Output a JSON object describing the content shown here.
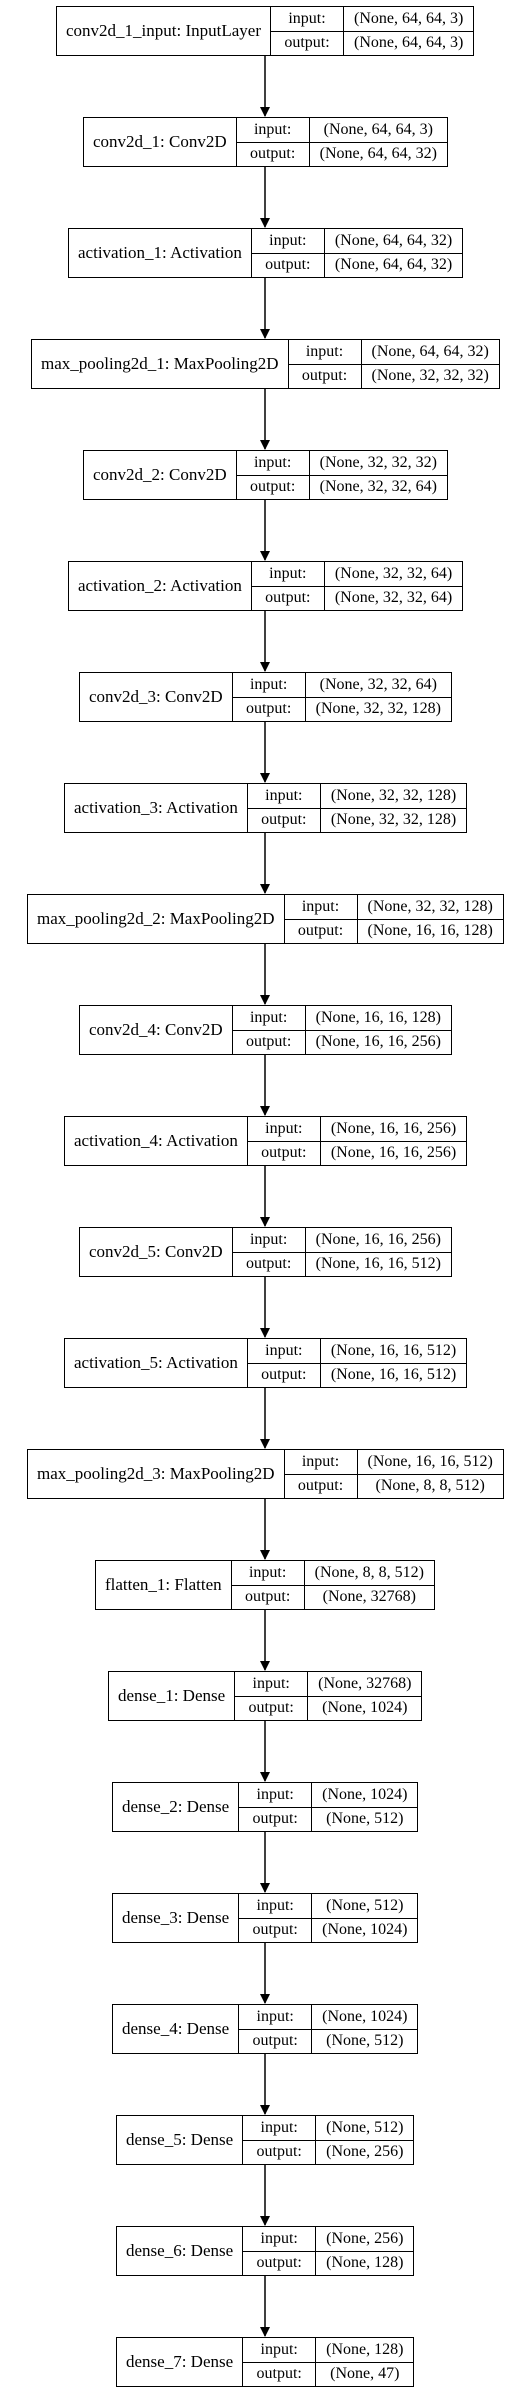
{
  "io_labels": {
    "input": "input:",
    "output": "output:"
  },
  "layers": [
    {
      "name": "conv2d_1_input: InputLayer",
      "input": "(None, 64, 64, 3)",
      "output": "(None, 64, 64, 3)"
    },
    {
      "name": "conv2d_1: Conv2D",
      "input": "(None, 64, 64, 3)",
      "output": "(None, 64, 64, 32)"
    },
    {
      "name": "activation_1: Activation",
      "input": "(None, 64, 64, 32)",
      "output": "(None, 64, 64, 32)"
    },
    {
      "name": "max_pooling2d_1: MaxPooling2D",
      "input": "(None, 64, 64, 32)",
      "output": "(None, 32, 32, 32)"
    },
    {
      "name": "conv2d_2: Conv2D",
      "input": "(None, 32, 32, 32)",
      "output": "(None, 32, 32, 64)"
    },
    {
      "name": "activation_2: Activation",
      "input": "(None, 32, 32, 64)",
      "output": "(None, 32, 32, 64)"
    },
    {
      "name": "conv2d_3: Conv2D",
      "input": "(None, 32, 32, 64)",
      "output": "(None, 32, 32, 128)"
    },
    {
      "name": "activation_3: Activation",
      "input": "(None, 32, 32, 128)",
      "output": "(None, 32, 32, 128)"
    },
    {
      "name": "max_pooling2d_2: MaxPooling2D",
      "input": "(None, 32, 32, 128)",
      "output": "(None, 16, 16, 128)"
    },
    {
      "name": "conv2d_4: Conv2D",
      "input": "(None, 16, 16, 128)",
      "output": "(None, 16, 16, 256)"
    },
    {
      "name": "activation_4: Activation",
      "input": "(None, 16, 16, 256)",
      "output": "(None, 16, 16, 256)"
    },
    {
      "name": "conv2d_5: Conv2D",
      "input": "(None, 16, 16, 256)",
      "output": "(None, 16, 16, 512)"
    },
    {
      "name": "activation_5: Activation",
      "input": "(None, 16, 16, 512)",
      "output": "(None, 16, 16, 512)"
    },
    {
      "name": "max_pooling2d_3: MaxPooling2D",
      "input": "(None, 16, 16, 512)",
      "output": "(None, 8, 8, 512)"
    },
    {
      "name": "flatten_1: Flatten",
      "input": "(None, 8, 8, 512)",
      "output": "(None, 32768)"
    },
    {
      "name": "dense_1: Dense",
      "input": "(None, 32768)",
      "output": "(None, 1024)"
    },
    {
      "name": "dense_2: Dense",
      "input": "(None, 1024)",
      "output": "(None, 512)"
    },
    {
      "name": "dense_3: Dense",
      "input": "(None, 512)",
      "output": "(None, 1024)"
    },
    {
      "name": "dense_4: Dense",
      "input": "(None, 1024)",
      "output": "(None, 512)"
    },
    {
      "name": "dense_5: Dense",
      "input": "(None, 512)",
      "output": "(None, 256)"
    },
    {
      "name": "dense_6: Dense",
      "input": "(None, 256)",
      "output": "(None, 128)"
    },
    {
      "name": "dense_7: Dense",
      "input": "(None, 128)",
      "output": "(None, 47)"
    }
  ]
}
